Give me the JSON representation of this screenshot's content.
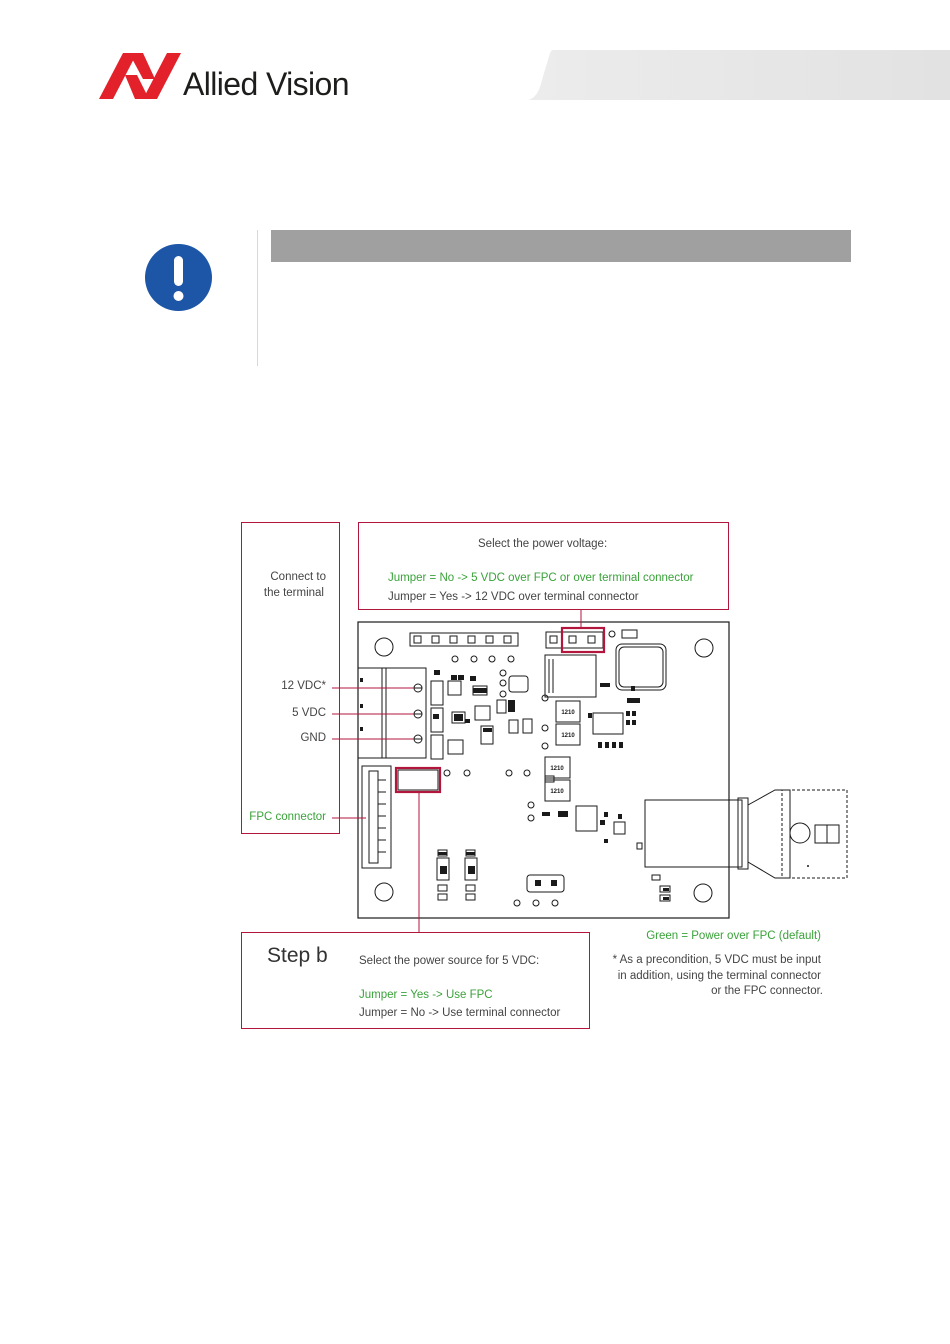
{
  "header": {
    "brand_name": "Allied Vision",
    "logo_icon": "allied-vision-logo-icon"
  },
  "note": {
    "icon": "exclamation-icon",
    "icon_color": "#1d56a6"
  },
  "diagram": {
    "accent_color": "#b3163c",
    "green_color": "#3aa23a",
    "step_a": {
      "title": "Select the power voltage:",
      "option_green": "Jumper = No -> 5 VDC over FPC or over terminal connector",
      "option_other": "Jumper = Yes -> 12 VDC over terminal connector"
    },
    "terminal": {
      "title_line1": "Connect to",
      "title_line2": "the terminal",
      "pin_12v": "12 VDC*",
      "pin_5v": "5 VDC",
      "pin_gnd": "GND",
      "fpc_label": "FPC connector"
    },
    "step_b": {
      "label": "Step b",
      "title": "Select the power source for 5 VDC:",
      "option_green": "Jumper = Yes -> Use FPC",
      "option_other": "Jumper = No -> Use terminal connector"
    },
    "legend": "Green = Power over FPC (default)",
    "footnote_line1": "* As a precondition, 5 VDC must be input",
    "footnote_line2": "in addition, using the terminal connector",
    "footnote_line3": "or the FPC connector.",
    "component_labels": [
      "1210",
      "1210",
      "1210",
      "1210"
    ]
  }
}
